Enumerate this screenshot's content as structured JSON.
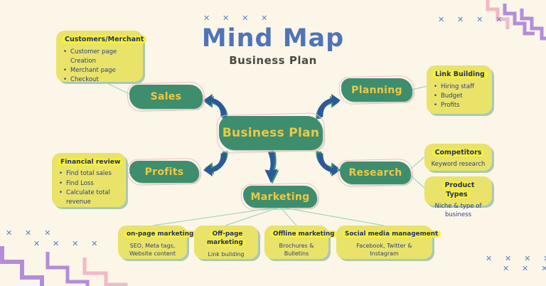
{
  "page": {
    "title": "Mind Map",
    "subtitle": "Business Plan"
  },
  "decor": {
    "x_row_3": "✕ ✕ ✕",
    "x_row_4": "✕ ✕ ✕ ✕"
  },
  "colors": {
    "background": "#fbf6e8",
    "node_green": "#3e8e6e",
    "node_label_yellow": "#f0c840",
    "box_yellow": "#e9e369",
    "highlight_yellow": "#f8ef38",
    "header_navy": "#1f3076",
    "body_navy": "#2e3f7e",
    "title_blue": "#4f74b8",
    "arrow_blue": "#2b5a9b",
    "arrow_teal": "#3f926f",
    "pink": "#f2b9c6",
    "purple": "#b38dd9",
    "x_blue": "#5b82c4",
    "connector_green": "#a7d4bf"
  },
  "center": {
    "label": "Business Plan"
  },
  "nodes": {
    "sales": {
      "label": "Sales"
    },
    "planning": {
      "label": "Planning"
    },
    "profits": {
      "label": "Profits"
    },
    "research": {
      "label": "Research"
    },
    "marketing": {
      "label": "Marketing"
    }
  },
  "boxes": {
    "customers_merchant": {
      "title": "Customers/Merchant",
      "items": [
        "Customer page Creation",
        "Merchant page",
        "Checkout"
      ]
    },
    "link_building": {
      "title": "Link Building",
      "items": [
        "Hiring staff",
        "Budget",
        "Profits"
      ]
    },
    "financial_review": {
      "title": "Financial review",
      "items": [
        "Find total sales",
        "Find Loss",
        "Calculate total revenue"
      ]
    },
    "competitors": {
      "title": "Competitors",
      "text": "Keyword research"
    },
    "product_types": {
      "title": "Product Types",
      "text": "Niche & type of business"
    },
    "on_page": {
      "title": "on-page marketing",
      "text": "SEO, Meta tags, Website content"
    },
    "off_page": {
      "title": "Off-page marketing",
      "text": "Link building"
    },
    "offline": {
      "title": "Offline marketing",
      "text": "Brochures & Bulletins"
    },
    "social": {
      "title": "Social media management",
      "text": "Facebook, Twitter & Instagram"
    }
  },
  "edges": [
    {
      "from": "business-plan",
      "to": "sales"
    },
    {
      "from": "business-plan",
      "to": "planning"
    },
    {
      "from": "business-plan",
      "to": "profits"
    },
    {
      "from": "business-plan",
      "to": "marketing"
    },
    {
      "from": "business-plan",
      "to": "research"
    },
    {
      "from": "customers-merchant",
      "to": "sales"
    },
    {
      "from": "link-building",
      "to": "planning"
    },
    {
      "from": "financial-review",
      "to": "profits"
    },
    {
      "from": "research",
      "to": "competitors"
    },
    {
      "from": "research",
      "to": "product-types"
    },
    {
      "from": "marketing",
      "to": "on-page-marketing"
    },
    {
      "from": "marketing",
      "to": "off-page-marketing"
    },
    {
      "from": "marketing",
      "to": "offline-marketing"
    },
    {
      "from": "marketing",
      "to": "social-media-management"
    }
  ]
}
